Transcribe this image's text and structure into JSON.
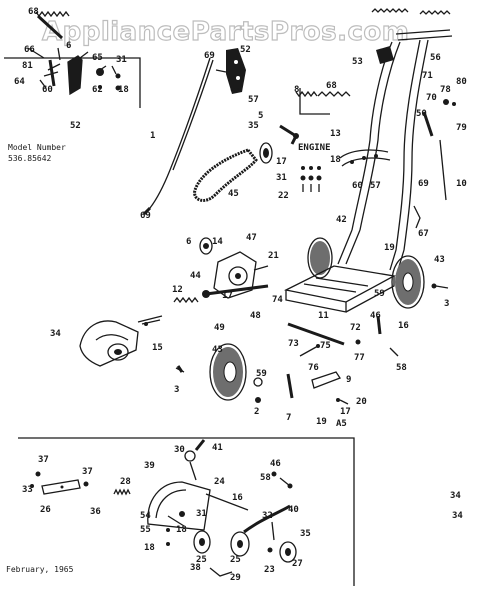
{
  "watermark": "AppliancePartsPros.com",
  "model_caption": {
    "line1": "Model Number",
    "line2": "536.85642"
  },
  "date_caption": "February, 1965",
  "engine_label": "ENGINE",
  "inset_labels": [
    "52",
    "34"
  ],
  "callouts": [
    "68",
    "66",
    "6",
    "65",
    "81",
    "31",
    "64",
    "60",
    "62",
    "18",
    "69",
    "52",
    "60",
    "57",
    "1",
    "35",
    "68",
    "8",
    "5",
    "13",
    "17",
    "18",
    "31",
    "22",
    "45",
    "69",
    "53",
    "56",
    "71",
    "80",
    "78",
    "70",
    "79",
    "50",
    "60",
    "57",
    "69",
    "10",
    "67",
    "42",
    "19",
    "43",
    "6",
    "14",
    "47",
    "21",
    "44",
    "17",
    "74",
    "12",
    "48",
    "49",
    "59",
    "3",
    "11",
    "72",
    "46",
    "16",
    "34",
    "15",
    "73",
    "77",
    "58",
    "75",
    "76",
    "9",
    "43",
    "3",
    "59",
    "2",
    "7",
    "19",
    "17",
    "A5",
    "20",
    "30",
    "41",
    "24",
    "37",
    "37",
    "33",
    "26",
    "36",
    "28",
    "39",
    "31",
    "46",
    "58",
    "16",
    "40",
    "54",
    "55",
    "18",
    "18",
    "25",
    "25",
    "32",
    "35",
    "23",
    "27",
    "38",
    "29",
    "34"
  ]
}
